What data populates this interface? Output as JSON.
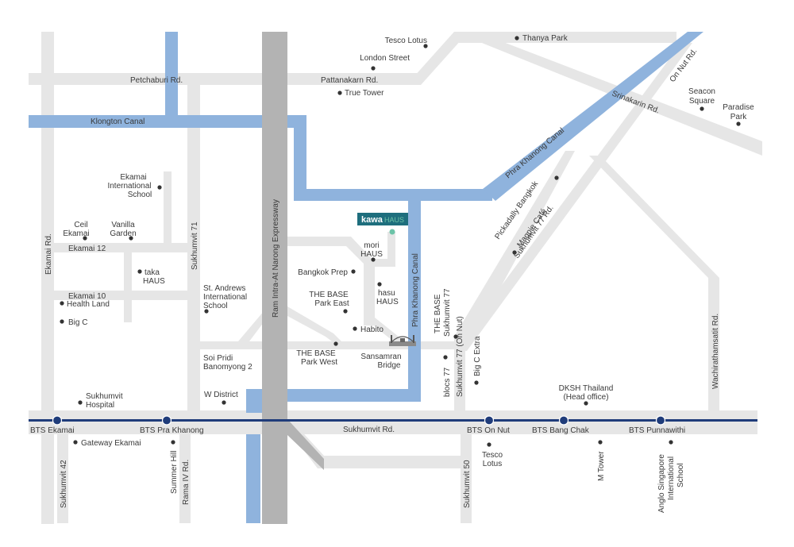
{
  "brand": {
    "name": "kawa",
    "suffix": "HAUS",
    "color": "#1e6e7d",
    "accent": "#6cc3a8"
  },
  "colors": {
    "road": "#e6e6e6",
    "canal": "#8fb3dd",
    "expressway": "#b3b3b3",
    "bts_line": "#1f3c7a",
    "label": "#3a3a3a"
  },
  "roads": {
    "petchaburi": "Petchaburi Rd.",
    "pattanakarn": "Pattanakarn Rd.",
    "srinakarin": "Srinakarin Rd.",
    "on_nut": "On Nut Rd.",
    "ekamai": "Ekamai Rd.",
    "ekamai12": "Ekamai 12",
    "ekamai10": "Ekamai 10",
    "sukhumvit71": "Sukhumvit 71",
    "expressway": "Ram Intra-At Narong Expressway",
    "soi_pridi_1": "Soi Pridi",
    "soi_pridi_2": "Banomyong 2",
    "sukhumvit": "Sukhumvit Rd.",
    "sukhumvit77": "Sukhumvit 77 Rd.",
    "sukhumvit77_on_nut": "Sukhumvit 77 (On Nut)",
    "wachirathamsatit": "Wachirathamsatit Rd.",
    "sukhumvit42": "Sukhumvit 42",
    "summer_hill_1": "Summer Hill",
    "summer_hill_2": "Rama IV Rd.",
    "sukhumvit50": "Sukhumvit 50"
  },
  "canals": {
    "klongton": "Klongton Canal",
    "phra_khanong_diag": "Phra Khanong Canal",
    "phra_khanong_vert": "Phra Khanong Canal"
  },
  "places": {
    "tesco_lotus_top": "Tesco Lotus",
    "thanya_park": "Thanya Park",
    "london_street": "London Street",
    "true_tower": "True Tower",
    "seacon_1": "Seacon",
    "seacon_2": "Square",
    "paradise_1": "Paradise",
    "paradise_2": "Park",
    "ekamai_int_1": "Ekamai",
    "ekamai_int_2": "International",
    "ekamai_int_3": "School",
    "ceil_1": "Ceil",
    "ceil_2": "Ekamai",
    "vanilla_1": "Vanilla",
    "vanilla_2": "Garden",
    "taka_1": "taka",
    "taka_2": "HAUS",
    "health_land": "Health Land",
    "big_c": "Big C",
    "st_andrews_1": "St. Andrews",
    "st_andrews_2": "International",
    "st_andrews_3": "School",
    "mori_1": "mori",
    "mori_2": "HAUS",
    "bangkok_prep": "Bangkok Prep",
    "hasu_1": "hasu",
    "hasu_2": "HAUS",
    "base_east_1": "THE BASE",
    "base_east_2": "Park East",
    "habito": "Habito",
    "base_west_1": "THE BASE",
    "base_west_2": "Park West",
    "sansamran_1": "Sansamran",
    "sansamran_2": "Bridge",
    "base_77_1": "THE BASE",
    "base_77_2": "Sukhumvit 77",
    "blocs_77": "blocs 77",
    "big_c_extra": "Big C Extra",
    "pickadally": "Pickadally Bangkok",
    "magpie": "Magpie Café",
    "dksh_1": "DKSH Thailand",
    "dksh_2": "(Head office)",
    "w_district": "W District",
    "sukhumvit_hospital_1": "Sukhumvit",
    "sukhumvit_hospital_2": "Hospital",
    "gateway_ekamai": "Gateway Ekamai",
    "tesco_bottom_1": "Tesco",
    "tesco_bottom_2": "Lotus",
    "m_tower": "M Tower",
    "anglo_1": "Anglo Singapore",
    "anglo_2": "International",
    "anglo_3": "School"
  },
  "bts": {
    "ekamai": "BTS Ekamai",
    "pra_khanong": "BTS Pra Khanong",
    "on_nut": "BTS On Nut",
    "bang_chak": "BTS Bang Chak",
    "punnawithi": "BTS Punnawithi"
  }
}
